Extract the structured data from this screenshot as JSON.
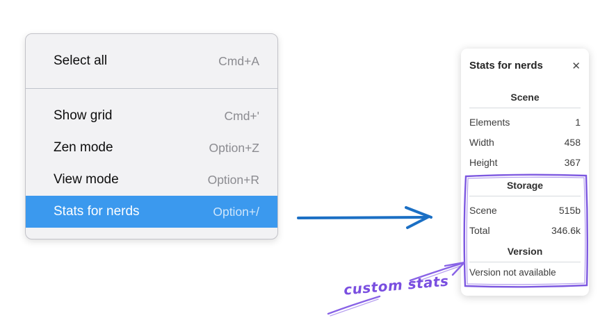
{
  "context_menu": {
    "items": [
      {
        "label": "Select all",
        "shortcut": "Cmd+A",
        "selected": false
      },
      {
        "label": "Show grid",
        "shortcut": "Cmd+'",
        "selected": false
      },
      {
        "label": "Zen mode",
        "shortcut": "Option+Z",
        "selected": false
      },
      {
        "label": "View mode",
        "shortcut": "Option+R",
        "selected": false
      },
      {
        "label": "Stats for nerds",
        "shortcut": "Option+/",
        "selected": true
      }
    ]
  },
  "stats_panel": {
    "title": "Stats for nerds",
    "close_glyph": "✕",
    "scene": {
      "header": "Scene",
      "rows": [
        {
          "label": "Elements",
          "value": "1"
        },
        {
          "label": "Width",
          "value": "458"
        },
        {
          "label": "Height",
          "value": "367"
        }
      ]
    },
    "storage": {
      "header": "Storage",
      "rows": [
        {
          "label": "Scene",
          "value": "515b"
        },
        {
          "label": "Total",
          "value": "346.6k"
        }
      ]
    },
    "version": {
      "header": "Version",
      "note": "Version not available"
    }
  },
  "annotations": {
    "custom_stats_label": "custom stats",
    "colors": {
      "pointer_arrow_blue": "#1b6fc4",
      "annotation_purple": "#7c57e0",
      "menu_selection_blue": "#3b99ee"
    }
  }
}
